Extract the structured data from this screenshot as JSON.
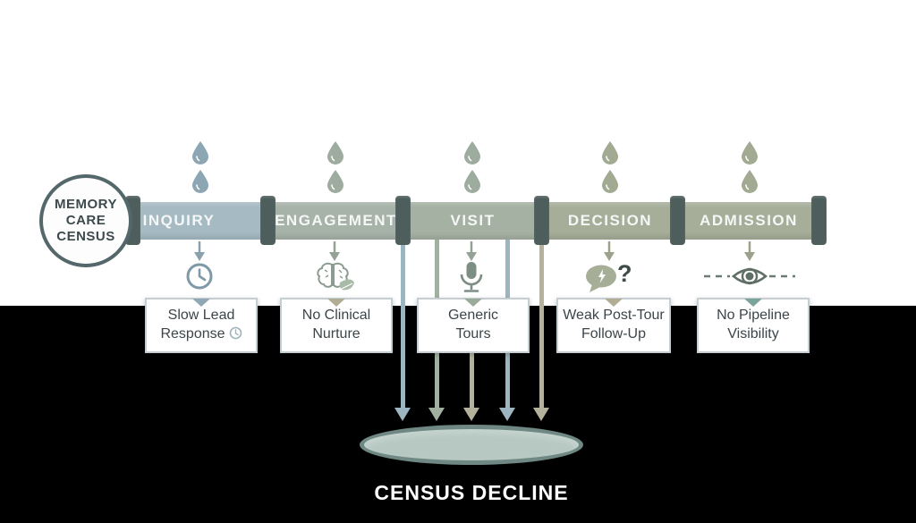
{
  "diagram": {
    "source": {
      "line1": "MEMORY",
      "line2": "CARE",
      "line3": "CENSUS"
    },
    "caption": "CENSUS DECLINE",
    "stages": [
      {
        "label": "INQUIRY",
        "issue_line1": "Slow Lead",
        "issue_line2": "Response",
        "icon": "clock-icon",
        "pipe_color": "#a6bac3",
        "drop_color": "#8ca6b3",
        "notch_color": "#8fa8b4"
      },
      {
        "label": "ENGAGEMENT",
        "issue_line1": "No Clinical",
        "issue_line2": "Nurture",
        "icon": "brain-leaf-icon",
        "pipe_color": "#a7b3a9",
        "drop_color": "#9dac9f",
        "notch_color": "#b0ad94"
      },
      {
        "label": "VISIT",
        "issue_line1": "Generic",
        "issue_line2": "Tours",
        "icon": "microphone-icon",
        "pipe_color": "#a5b1a3",
        "drop_color": "#9dac9f",
        "notch_color": "#9aab9c"
      },
      {
        "label": "DECISION",
        "issue_line1": "Weak Post-Tour",
        "issue_line2": "Follow-Up",
        "icon": "chat-bolt-question-icon",
        "pipe_color": "#a6ae9a",
        "drop_color": "#a2aa91",
        "notch_color": "#b0ad94"
      },
      {
        "label": "ADMISSION",
        "issue_line1": "No Pipeline",
        "issue_line2": "Visibility",
        "icon": "eye-icon",
        "pipe_color": "#a6ae9a",
        "drop_color": "#a2aa91",
        "notch_color": "#7ba49b"
      }
    ],
    "leak_arrow_colors": [
      "#9db5c1",
      "#a2b0a2",
      "#b4b29c",
      "#9db5c1",
      "#b4b29c"
    ],
    "colors": {
      "coupling": "#4d5e5c",
      "pipe_text": "#f5f7f6",
      "funnel_fill": "#b7c8c2",
      "funnel_border": "#6f8884",
      "background_top": "#ffffff",
      "background_bottom": "#000000",
      "box_border": "#c5cfd3",
      "box_text": "#3c4549"
    }
  }
}
